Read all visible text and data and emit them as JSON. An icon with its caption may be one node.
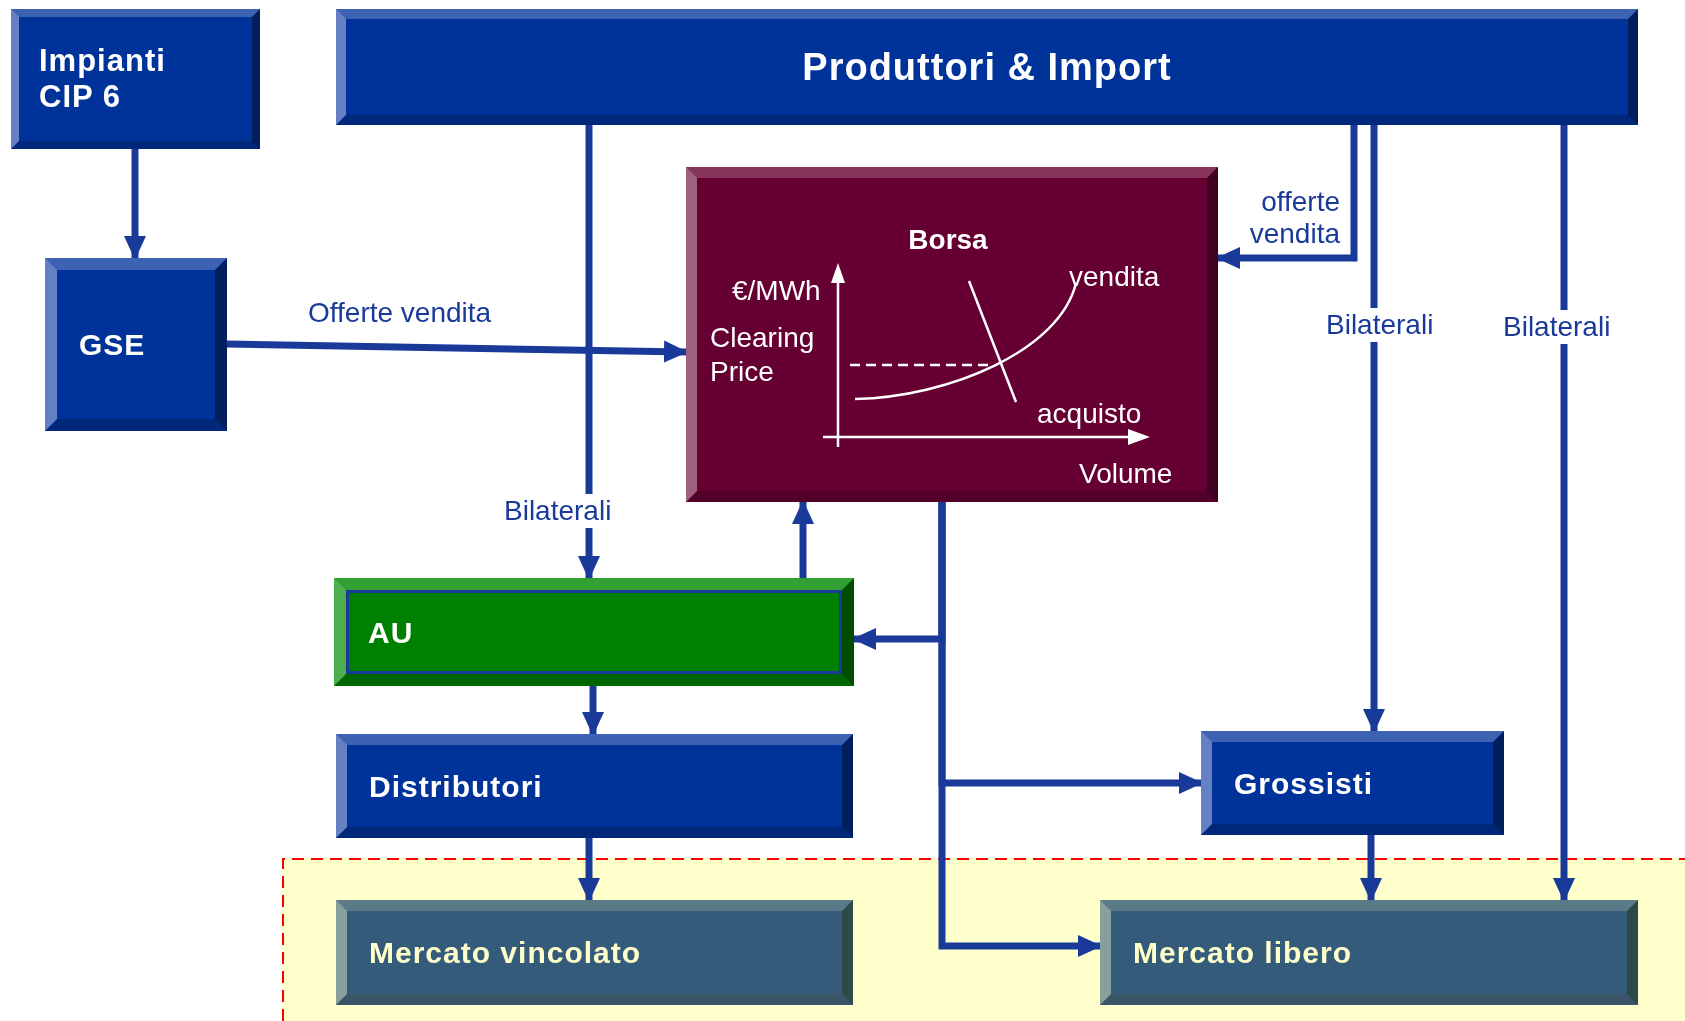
{
  "diagram": {
    "nodes": [
      {
        "text": [
          "Impianti CIP 6"
        ]
      },
      {
        "text": [
          "Produttori & Import"
        ]
      },
      {
        "text": [
          "GSE"
        ]
      },
      {
        "text": [
          "Borsa",
          "€/MWh",
          "Clearing Price",
          "vendita",
          "acquisto",
          "Volume"
        ]
      },
      {
        "text": [
          "AU"
        ]
      },
      {
        "text": [
          "Distributori"
        ]
      },
      {
        "text": [
          "Grossisti"
        ]
      },
      {
        "text": [
          "Mercato vincolato"
        ]
      },
      {
        "text": [
          "Mercato libero"
        ]
      }
    ],
    "edges": [
      {
        "from": 0,
        "to": 2,
        "arrow": "to"
      },
      {
        "from": 2,
        "to": 3,
        "arrow": "to",
        "label": "Offerte vendita"
      },
      {
        "from": 1,
        "to": 4,
        "arrow": "to",
        "label": "Bilaterali"
      },
      {
        "from": 1,
        "to": 3,
        "arrow": "to",
        "label": "offerte vendita"
      },
      {
        "from": 1,
        "to": 6,
        "arrow": "to",
        "label": "Bilaterali"
      },
      {
        "from": 1,
        "to": 8,
        "arrow": "to",
        "label": "Bilaterali"
      },
      {
        "from": 4,
        "to": 3,
        "arrow": "to"
      },
      {
        "from": 3,
        "to": 4,
        "arrow": "to"
      },
      {
        "from": 3,
        "to": 6,
        "arrow": "to"
      },
      {
        "from": 3,
        "to": 8,
        "arrow": "to"
      },
      {
        "from": 4,
        "to": 5,
        "arrow": "to"
      },
      {
        "from": 5,
        "to": 7,
        "arrow": "to"
      },
      {
        "from": 6,
        "to": 8,
        "arrow": "to"
      }
    ]
  }
}
